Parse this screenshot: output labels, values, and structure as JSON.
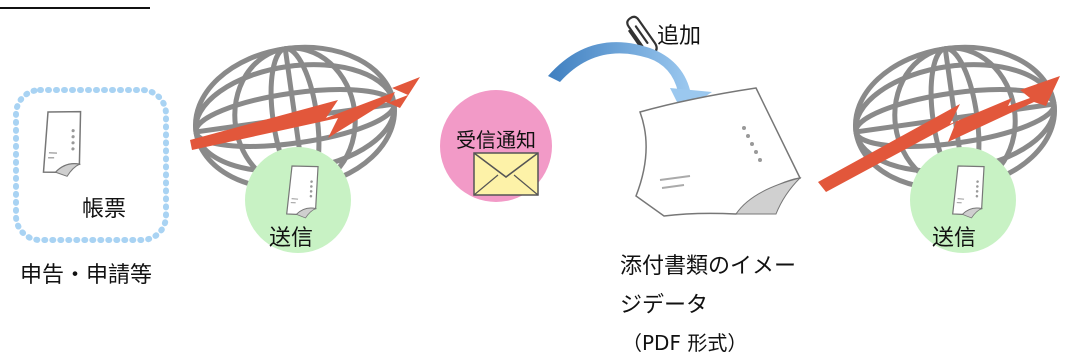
{
  "labels": {
    "form": "帳票",
    "application": "申告・申請等",
    "send_left": "送信",
    "send_right": "送信",
    "notice": "受信通知",
    "add": "追加",
    "attachment_line1": "添付書類のイメー",
    "attachment_line2": "ジデータ",
    "attachment_line3": "（PDF 形式）"
  },
  "colors": {
    "globe_stroke": "#8a8a8a",
    "lightning": "#e2573b",
    "send_circle": "#c8f2c4",
    "notice_circle": "#f29ac7",
    "envelope": "#fdf2a8",
    "dotted_frame": "#a9d3f3",
    "curved_arrow": "#5b9bd5"
  },
  "icons": [
    "paper-icon",
    "globe-icon",
    "lightning-arrow-icon",
    "envelope-icon",
    "paperclip-icon",
    "curved-arrow-icon"
  ]
}
